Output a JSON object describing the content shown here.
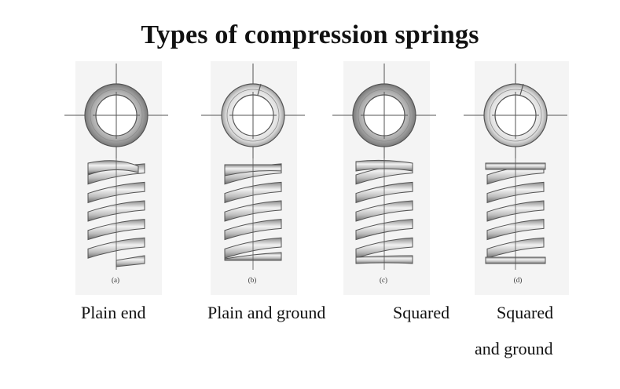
{
  "title": "Types of compression springs",
  "springs": [
    {
      "sub": "(a)",
      "label": "Plain end"
    },
    {
      "sub": "(b)",
      "label": "Plain and ground"
    },
    {
      "sub": "(c)",
      "label": "Squared"
    },
    {
      "sub": "(d)",
      "label_line1": "Squared",
      "label_line2": "and ground"
    }
  ],
  "colors": {
    "steel_light": "#ebebeb",
    "steel_mid": "#b4b4b4",
    "steel_dark": "#6e6e6e",
    "outline": "#555555",
    "panel": "#f4f4f4"
  }
}
